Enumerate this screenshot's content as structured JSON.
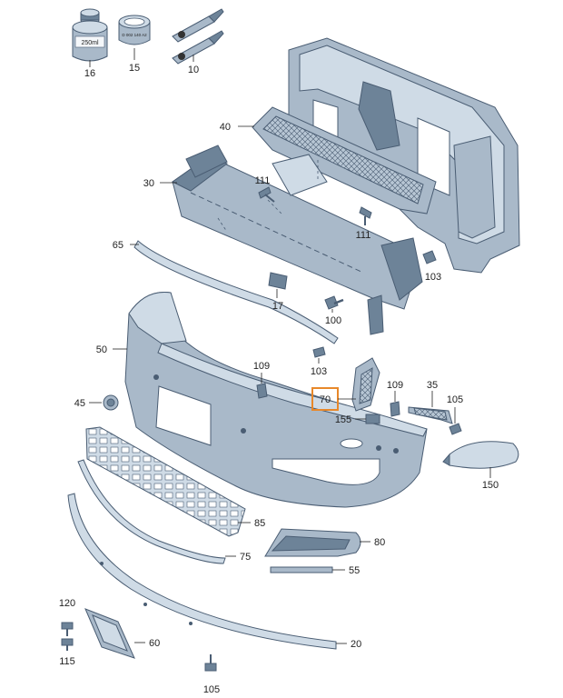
{
  "diagram": {
    "callouts": {
      "p16": "16",
      "p15": "15",
      "p10": "10",
      "p40": "40",
      "p30": "30",
      "p111a": "111",
      "p111b": "111",
      "p65": "65",
      "p17": "17",
      "p100": "100",
      "p103a": "103",
      "p103b": "103",
      "p50": "50",
      "p109a": "109",
      "p109b": "109",
      "p70": "70",
      "p35": "35",
      "p105a": "105",
      "p45": "45",
      "p155": "155",
      "p150": "150",
      "p85": "85",
      "p80": "80",
      "p75": "75",
      "p55": "55",
      "p120": "120",
      "p115": "115",
      "p60": "60",
      "p20": "20",
      "p105b": "105"
    },
    "can_label": "250ml",
    "tape_label": "D 002 140 A2",
    "highlight_color": "#e8882a",
    "part_color": "#a9b9c9"
  }
}
